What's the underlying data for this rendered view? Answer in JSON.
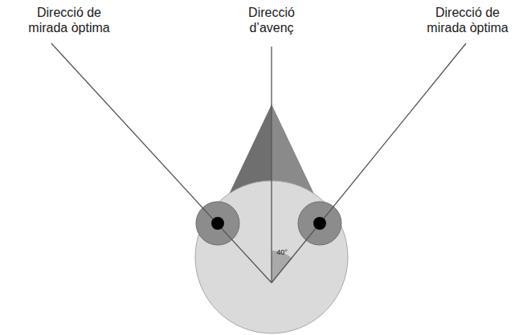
{
  "diagram": {
    "labels": [
      "Direcció de mirada òptima",
      "Direcció d’avenç",
      "Direcció de mirada òptima",
      "40°"
    ]
  }
}
